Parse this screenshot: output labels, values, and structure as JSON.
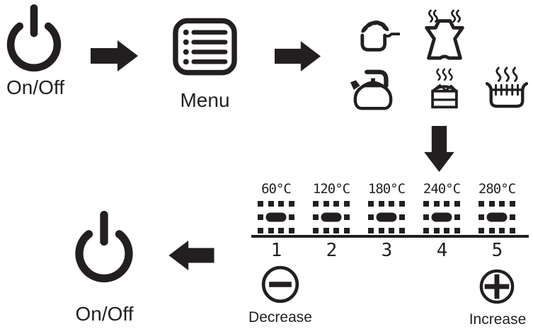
{
  "colors": {
    "ink": "#231f20",
    "background": "#ffffff"
  },
  "steps": {
    "power_on": {
      "label": "On/Off"
    },
    "menu": {
      "label": "Menu"
    },
    "power_off": {
      "label": "On/Off"
    },
    "mode_icons": [
      "stir-fry-pan",
      "hot-pot-stove",
      "kettle",
      "steamed-cake",
      "boiling-pot"
    ]
  },
  "scale": {
    "levels": [
      {
        "temp": "60°C",
        "number": "1"
      },
      {
        "temp": "120°C",
        "number": "2"
      },
      {
        "temp": "180°C",
        "number": "3"
      },
      {
        "temp": "240°C",
        "number": "4"
      },
      {
        "temp": "280°C",
        "number": "5"
      }
    ],
    "decrease_label": "Decrease",
    "increase_label": "Increase"
  }
}
